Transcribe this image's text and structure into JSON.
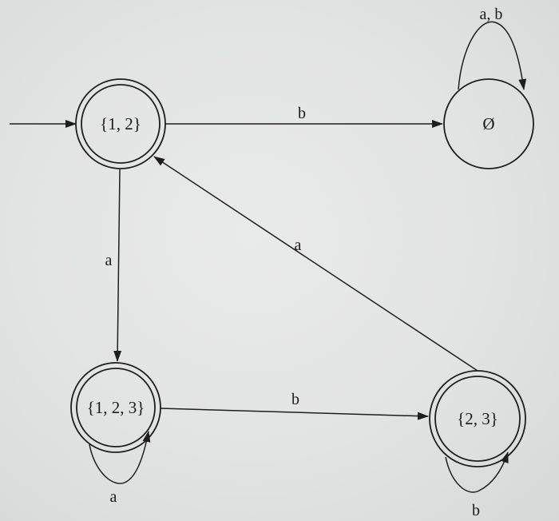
{
  "states": {
    "s12": {
      "label": "{1, 2}"
    },
    "empty": {
      "label": "Ø"
    },
    "s123": {
      "label": "{1, 2, 3}"
    },
    "s23": {
      "label": "{2, 3}"
    }
  },
  "transitions": {
    "s12_to_empty": "b",
    "empty_loop": "a, b",
    "s12_to_s123": "a",
    "s23_to_s12": "a",
    "s123_to_s23": "b",
    "s123_loop": "a",
    "s23_loop": "b"
  },
  "colors": {
    "stroke": "#1e1e1e",
    "background": "#e3e4e4"
  }
}
